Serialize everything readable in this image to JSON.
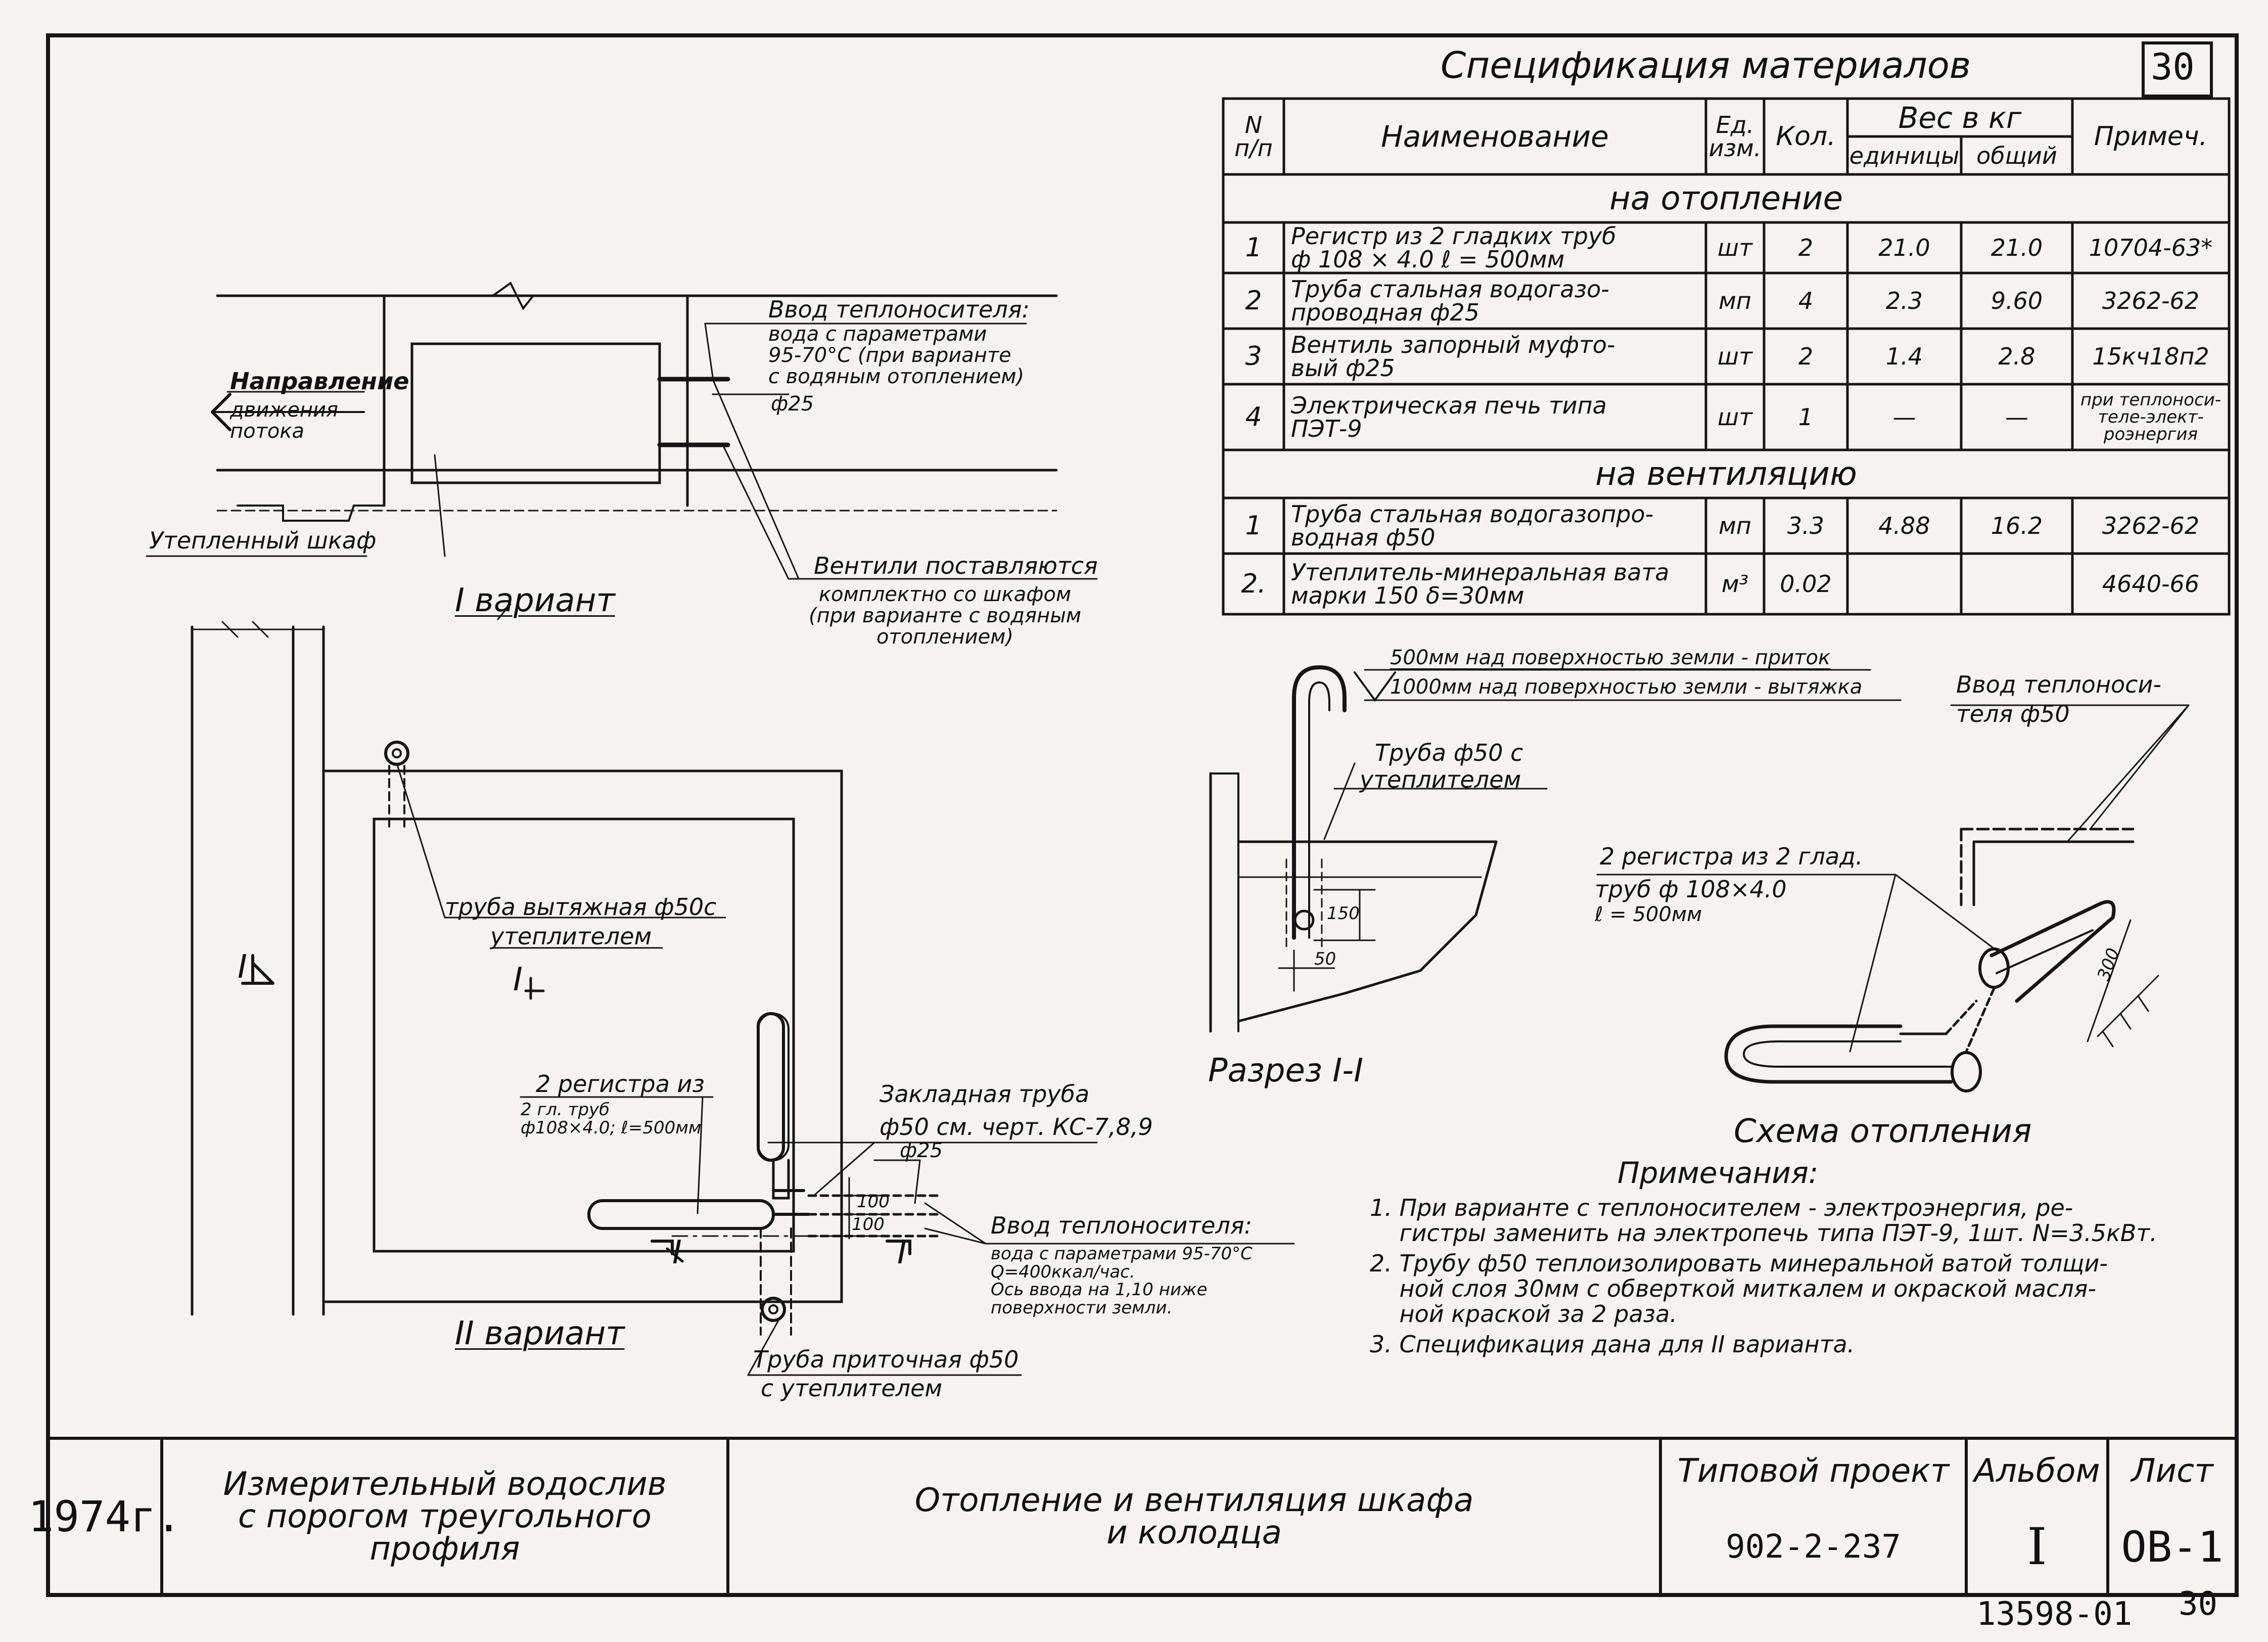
{
  "sheet_number_box": "30",
  "spec": {
    "title": "Спецификация материалов",
    "headers": {
      "num": "N\nп/п",
      "name": "Наименование",
      "unit": "Ед.\nизм.",
      "qty": "Кол.",
      "weight": "Вес в кг",
      "weight_unit": "единицы",
      "weight_total": "общий",
      "note": "Примеч."
    },
    "section_heating": "на отопление",
    "heating_rows": [
      {
        "n": "1",
        "name": "Регистр из 2 гладких труб\nф 108 × 4.0   ℓ = 500мм",
        "unit": "шт",
        "qty": "2",
        "w1": "21.0",
        "w2": "21.0",
        "note": "10704-63*"
      },
      {
        "n": "2",
        "name": "Труба стальная водогазо-\nпроводная  ф25",
        "unit": "мп",
        "qty": "4",
        "w1": "2.3",
        "w2": "9.60",
        "note": "3262-62"
      },
      {
        "n": "3",
        "name": "Вентиль запорный муфто-\nвый ф25",
        "unit": "шт",
        "qty": "2",
        "w1": "1.4",
        "w2": "2.8",
        "note": "15кч18п2"
      },
      {
        "n": "4",
        "name": "Электрическая печь типа\nПЭТ-9",
        "unit": "шт",
        "qty": "1",
        "w1": "—",
        "w2": "—",
        "note": "при теплоноси-\nтеле-элект-\nроэнергия"
      }
    ],
    "section_vent": "на вентиляцию",
    "vent_rows": [
      {
        "n": "1",
        "name": "Труба стальная водогазопро-\nводная  ф50",
        "unit": "мп",
        "qty": "3.3",
        "w1": "4.88",
        "w2": "16.2",
        "note": "3262-62"
      },
      {
        "n": "2.",
        "name": "Утеплитель-минеральная вата\nмарки 150   δ=30мм",
        "unit": "м³",
        "qty": "0.02",
        "w1": "",
        "w2": "",
        "note": "4640-66"
      }
    ]
  },
  "variant1": {
    "flow_label": "Направление",
    "flow_label2": "движения\nпотока",
    "insulated_cabinet": "Утепленный шкаф",
    "coolant_input": "Ввод теплоносителя:",
    "coolant_text": "вода с параметрами\n95-70°С (при варианте\nс водяным отоплением)",
    "d25": "ф25",
    "valves": "Вентили поставляются",
    "valves_text": "комплектно со шкафом\n(при варианте с водяным\nотоплением)",
    "caption": "I вариант"
  },
  "variant2": {
    "exhaust_pipe": "труба вытяжная ф50с",
    "exhaust_pipe2": "утеплителем",
    "section_mark": "I",
    "registers": "2 регистра из",
    "registers2": "2 гл. труб\nф108×4.0;  ℓ=500мм",
    "embedded_pipe": "Закладная труба",
    "embedded_pipe2": "ф50 см. черт. КС-7,8,9",
    "d25": "ф25",
    "dim100a": "100",
    "dim100b": "100",
    "coolant_input": "Ввод теплоносителя:",
    "coolant_text": "вода с параметрами 95-70°С\nQ=400ккал/час.\nОсь ввода на 1,10 ниже\nповерхности земли.",
    "supply_pipe": "Труба приточная ф50",
    "supply_pipe2": "с утеплителем",
    "caption": "II вариант",
    "cut_label": "I",
    "cut_label2": "I"
  },
  "section": {
    "level1": "500мм над поверхностью земли - приток",
    "level2": "1000мм над поверхностью земли - вытяжка",
    "pipe": "Труба ф50 с",
    "pipe2": "утеплителем",
    "dim150": "150",
    "dim50": "50",
    "caption": "Разрез I-I"
  },
  "scheme": {
    "coolant_input": "Ввод теплоноси-",
    "coolant_input2": "теля ф50",
    "registers": "2 регистра из 2 глад.",
    "registers2": "труб  ф 108×4.0",
    "registers3": "ℓ = 500мм",
    "dim300": "300",
    "caption": "Схема отопления"
  },
  "notes": {
    "title": "Примечания:",
    "items": [
      "1. При варианте с теплоносителем - электроэнергия, ре-",
      "    гистры заменить на электропечь типа ПЭТ-9, 1шт. N=3.5кВт.",
      "2. Трубу ф50 теплоизолировать минеральной ватой толщи-",
      "    ной слоя 30мм с обверткой миткалем и окраской масля-",
      "    ной краской за 2 раза.",
      "3. Спецификация дана для II варианта."
    ]
  },
  "title_block": {
    "year": "1974г.",
    "object": "Измерительный водослив\nс порогом треугольного\nпрофиля",
    "sheet_title": "Отопление и вентиляция  шкафа\nи колодца",
    "project_label": "Типовой проект",
    "project_number": "902-2-237",
    "album_label": "Альбом",
    "album_value": "I",
    "sheet_label": "Лист",
    "sheet_value": "ОВ-1"
  },
  "footer": {
    "inventory": "13598-01",
    "page": "30"
  }
}
